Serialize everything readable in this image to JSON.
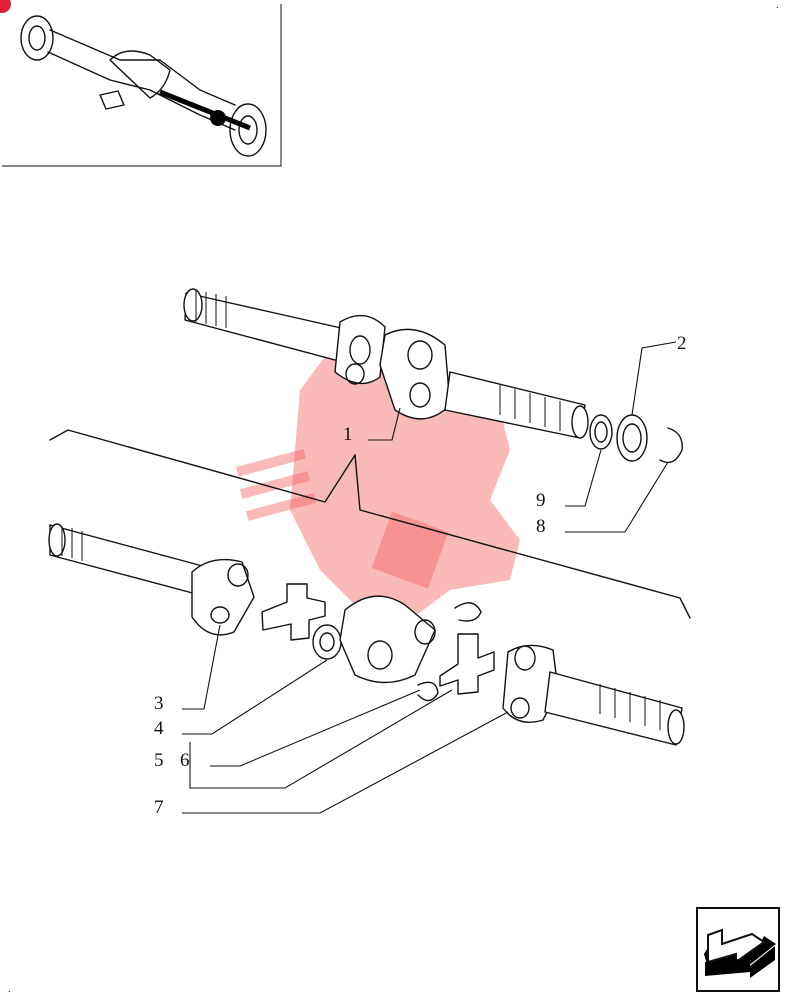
{
  "diagram": {
    "callouts": [
      {
        "id": "c1",
        "text": "1"
      },
      {
        "id": "c2",
        "text": "2"
      },
      {
        "id": "c3",
        "text": "3"
      },
      {
        "id": "c4",
        "text": "4"
      },
      {
        "id": "c5",
        "text": "5"
      },
      {
        "id": "c6",
        "text": "6"
      },
      {
        "id": "c7",
        "text": "7"
      },
      {
        "id": "c8",
        "text": "8"
      },
      {
        "id": "c9",
        "text": "9"
      }
    ]
  },
  "colors": {
    "ink": "#111111",
    "watermark": "#f25a5a",
    "badge": "#e0203a"
  },
  "icons": {
    "nav": "next-page-arrow-icon",
    "overview": "axle-overview-thumbnail",
    "watermark": "gear-logo-watermark"
  }
}
